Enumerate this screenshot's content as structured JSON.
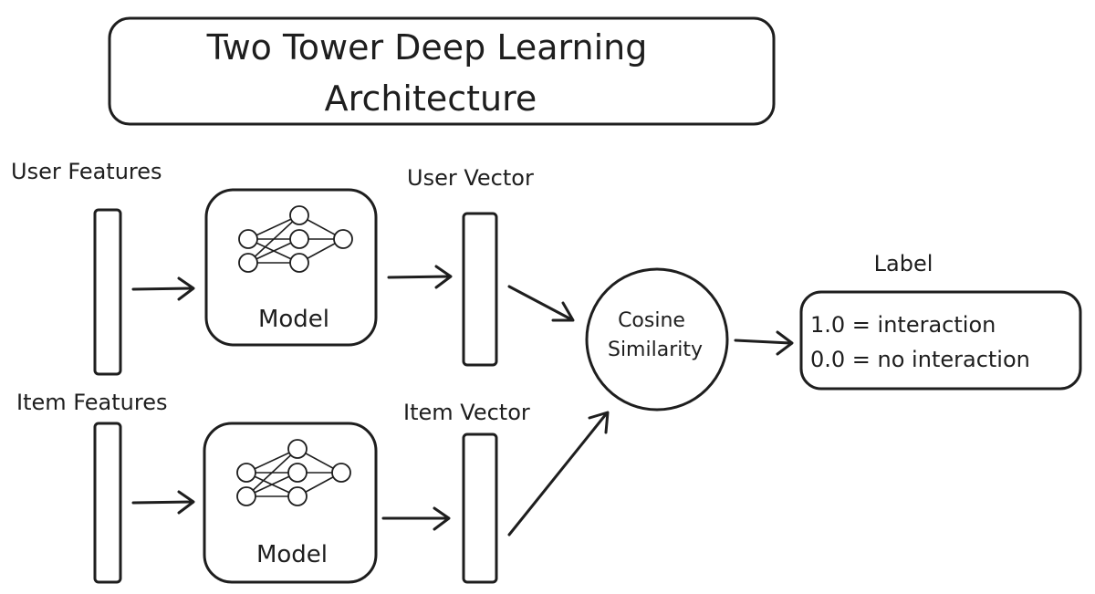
{
  "title": {
    "line1": "Two Tower Deep Learning",
    "line2": "Architecture"
  },
  "user_tower": {
    "features_label": "User Features",
    "model_label": "Model",
    "vector_label": "User Vector"
  },
  "item_tower": {
    "features_label": "Item Features",
    "model_label": "Model",
    "vector_label": "Item Vector"
  },
  "similarity": {
    "line1": "Cosine",
    "line2": "Similarity"
  },
  "label": {
    "title": "Label",
    "line1": "1.0 = interaction",
    "line2": "0.0 = no interaction"
  },
  "icons": {
    "model_icon": "neural-network-icon",
    "arrow_icon": "arrow-right-icon"
  },
  "colors": {
    "ink": "#1e1e1e",
    "background": "#ffffff"
  }
}
